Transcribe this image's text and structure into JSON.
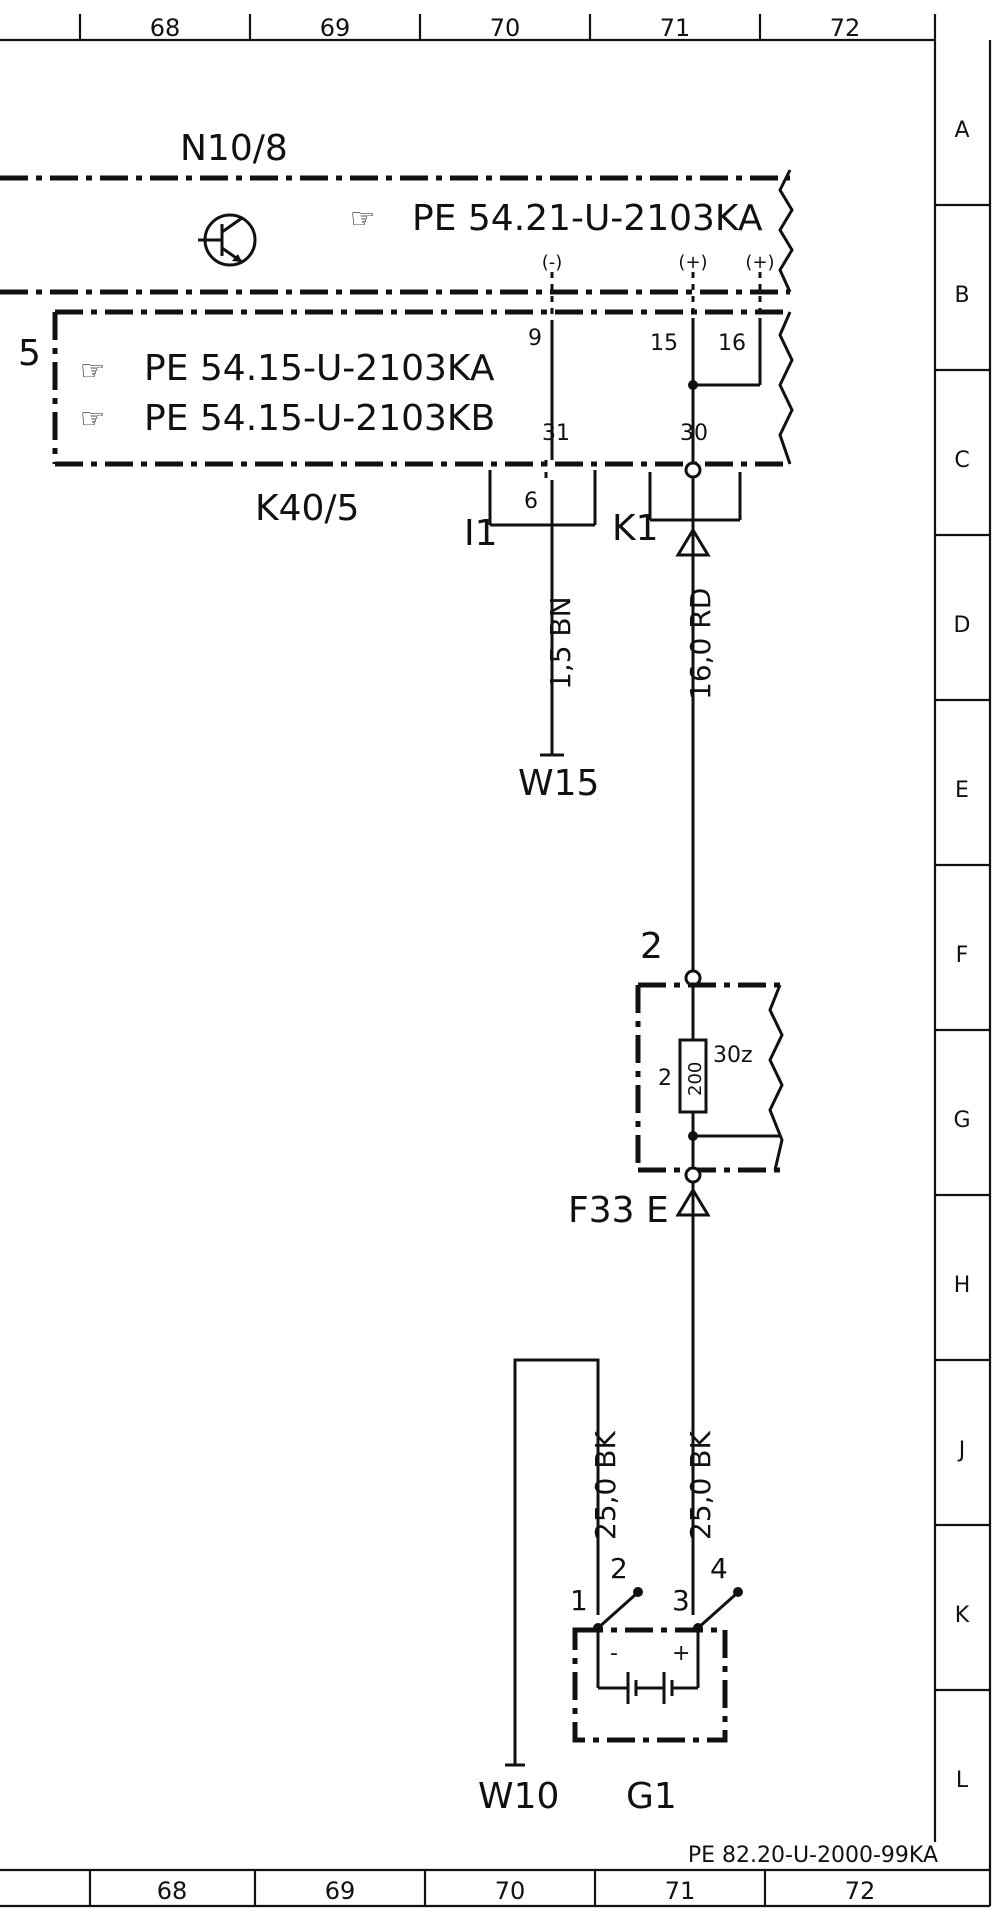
{
  "grid": {
    "columns": [
      "68",
      "69",
      "70",
      "71",
      "72"
    ],
    "rows": [
      "A",
      "B",
      "C",
      "D",
      "E",
      "F",
      "G",
      "H",
      "J",
      "K",
      "L"
    ]
  },
  "components": {
    "n10_8": {
      "name": "N10/8",
      "ref": "PE 54.21-U-2103KA",
      "pin_minus": "(-)",
      "pin_plus_a": "(+)",
      "pin_plus_b": "(+)"
    },
    "k40_5": {
      "name": "K40/5",
      "side_number": "5",
      "refs": [
        "PE 54.15-U-2103KA",
        "PE 54.15-U-2103KB"
      ],
      "pins": {
        "p9": "9",
        "p15": "15",
        "p16": "16",
        "p31": "31",
        "p30": "30",
        "p6": "6"
      }
    },
    "i1": "I1",
    "k1": "K1",
    "w15": "W15",
    "w10": "W10",
    "f33": {
      "name": "F33 E",
      "top_pin": "2",
      "side_pin": "2",
      "fuse_value": "200",
      "circuit": "30z"
    },
    "g1": {
      "name": "G1",
      "pins": [
        "1",
        "2",
        "3",
        "4"
      ],
      "minus": "-",
      "plus": "+"
    }
  },
  "wires": {
    "brown": "1,5  BN",
    "red": "16,0  RD",
    "black_left": "25,0  BK",
    "black_right": "25,0  BK"
  },
  "footer_ref": "PE 82.20-U-2000-99KA"
}
